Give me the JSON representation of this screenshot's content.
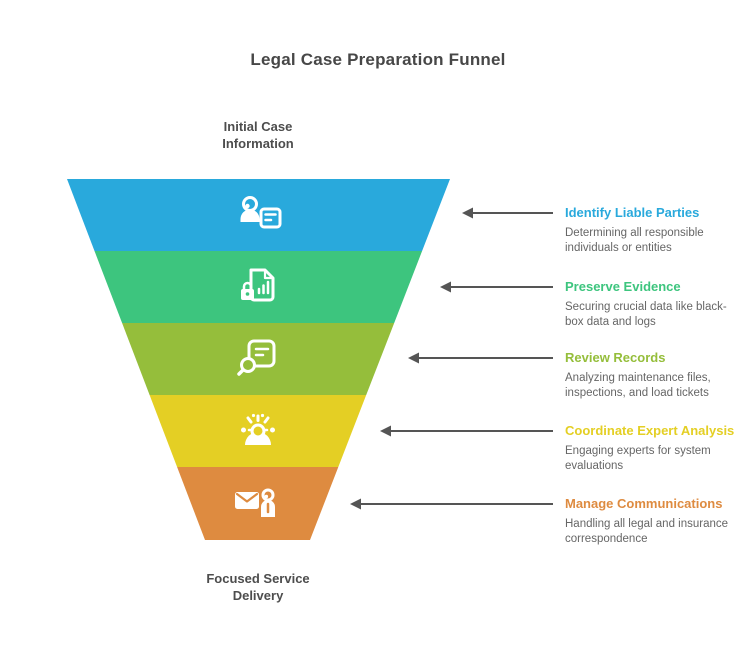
{
  "title": "Legal Case Preparation Funnel",
  "top_label": "Initial Case Information",
  "bottom_label": "Focused Service Delivery",
  "arrow_color": "#555555",
  "stages": [
    {
      "name": "Identify Liable Parties",
      "description": "Determining all responsible individuals or entities",
      "color": "#29A9DC",
      "icon": "person-id-card-icon"
    },
    {
      "name": "Preserve Evidence",
      "description": "Securing crucial data like black-box data and logs",
      "color": "#3DC57E",
      "icon": "locked-report-icon"
    },
    {
      "name": "Review Records",
      "description": "Analyzing maintenance files, inspections, and load tickets",
      "color": "#95BE3B",
      "icon": "document-search-icon"
    },
    {
      "name": "Coordinate Expert Analysis",
      "description": "Engaging experts for system evaluations",
      "color": "#E4CF24",
      "icon": "expert-insight-icon"
    },
    {
      "name": "Manage Communications",
      "description": "Handling all legal and insurance correspondence",
      "color": "#DE8B40",
      "icon": "mail-person-icon"
    }
  ]
}
